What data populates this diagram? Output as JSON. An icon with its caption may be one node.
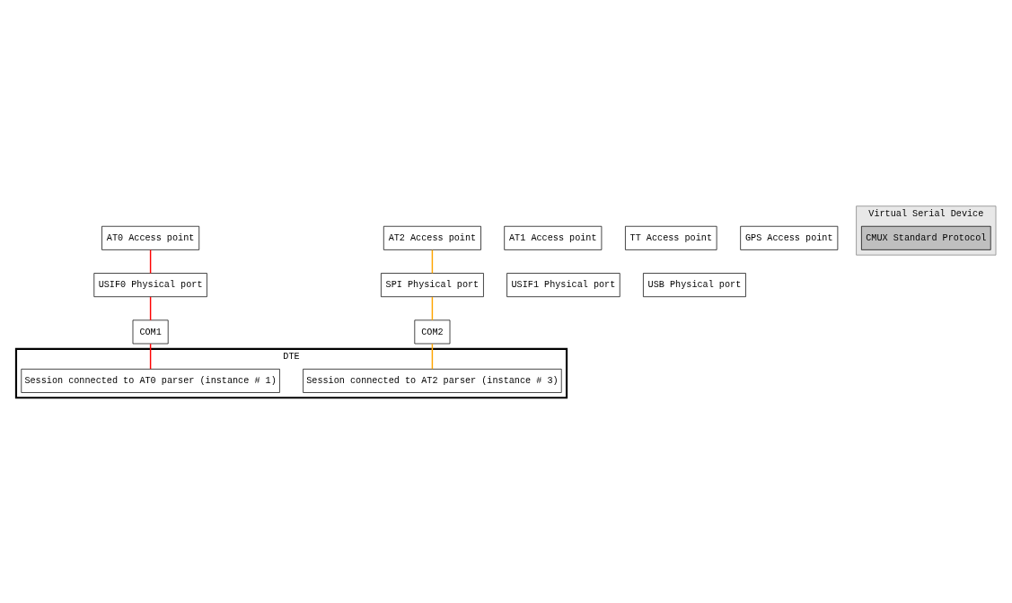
{
  "diagram": {
    "nodes": [
      {
        "text": [
          "AT0 Access point"
        ]
      },
      {
        "text": [
          "AT1 Access point"
        ]
      },
      {
        "text": [
          "AT2 Access point"
        ]
      },
      {
        "text": [
          "TT Access point"
        ]
      },
      {
        "text": [
          "GPS Access point"
        ]
      },
      {
        "text": [
          "Virtual Serial Device"
        ]
      },
      {
        "text": [
          "CMUX Standard Protocol"
        ],
        "in": 5
      },
      {
        "text": [
          "USIF0 Physical port"
        ]
      },
      {
        "text": [
          "USIF1 Physical port"
        ]
      },
      {
        "text": [
          "USB Physical port"
        ]
      },
      {
        "text": [
          "SPI Physical port"
        ]
      },
      {
        "text": [
          "COM1"
        ]
      },
      {
        "text": [
          "COM2"
        ]
      },
      {
        "text": [
          "DTE"
        ]
      },
      {
        "text": [
          "Session connected to AT0 parser (instance # 1)"
        ],
        "in": 13
      },
      {
        "text": [
          "Session connected to AT2 parser (instance # 3)"
        ],
        "in": 13
      }
    ],
    "edges": [
      {
        "from": 0,
        "to": 7,
        "arrow": "none",
        "color": "#ff0000"
      },
      {
        "from": 7,
        "to": 11,
        "arrow": "none",
        "color": "#ff0000"
      },
      {
        "from": 11,
        "to": 14,
        "arrow": "none",
        "color": "#ff0000"
      },
      {
        "from": 2,
        "to": 10,
        "arrow": "none",
        "color": "#ffa500"
      },
      {
        "from": 10,
        "to": 12,
        "arrow": "none",
        "color": "#ffa500"
      },
      {
        "from": 12,
        "to": 15,
        "arrow": "none",
        "color": "#ffa500"
      }
    ]
  }
}
